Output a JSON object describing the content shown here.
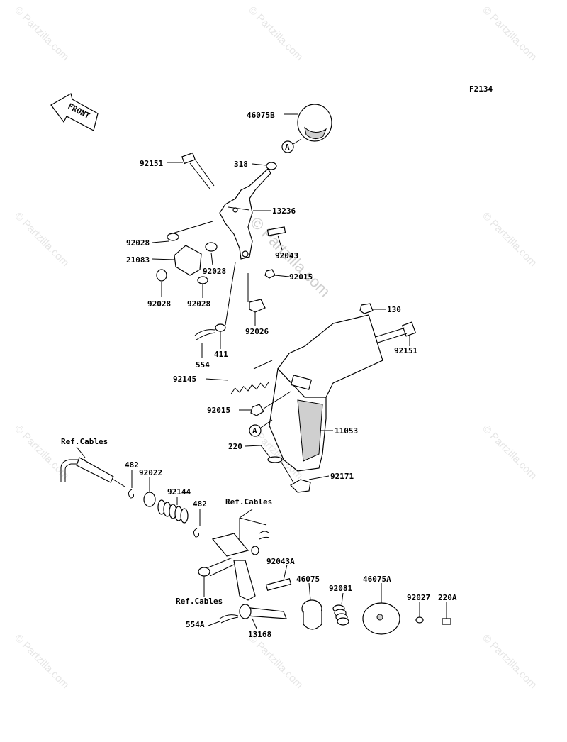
{
  "figure_code": "F2134",
  "front_label": "FRONT",
  "watermark_text": "© Partzilla.com",
  "callouts": {
    "p46075B": "46075B",
    "circleA_top": "A",
    "p318": "318",
    "p92151_top": "92151",
    "p13236": "13236",
    "p92028_a": "92028",
    "p92043": "92043",
    "p21083": "21083",
    "p92028_b": "92028",
    "p92015_top": "92015",
    "p92028_c": "92028",
    "p92028_d": "92028",
    "p130": "130",
    "p92026": "92026",
    "p92151_right": "92151",
    "p411": "411",
    "p554": "554",
    "p92145": "92145",
    "p92015_mid": "92015",
    "circleA_mid": "A",
    "p11053": "11053",
    "p220": "220",
    "refcables_left": "Ref.Cables",
    "p482_a": "482",
    "p92022": "92022",
    "p92171": "92171",
    "p92144": "92144",
    "p482_b": "482",
    "refcables_mid": "Ref.Cables",
    "p92043A": "92043A",
    "p46075": "46075",
    "p46075A": "46075A",
    "p92081": "92081",
    "p92027": "92027",
    "p220A": "220A",
    "refcables_bottom": "Ref.Cables",
    "p554A": "554A",
    "p13168": "13168"
  },
  "colors": {
    "line": "#000000",
    "watermark": "#e6e6e6",
    "part_shade": "#cfcfcf"
  }
}
